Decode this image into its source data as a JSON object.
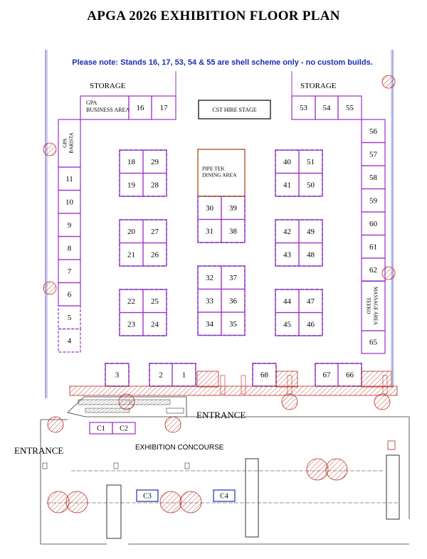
{
  "title": "APGA 2026 EXHIBITION FLOOR PLAN",
  "note": "Please note: Stands 16, 17, 53, 54 & 55 are shell scheme only - no custom builds.",
  "labels": {
    "storage_left": "STORAGE",
    "storage_right": "STORAGE",
    "entrance_main": "ENTRANCE",
    "entrance_side": "ENTRANCE",
    "concourse": "EXHIBITION CONCOURSE"
  },
  "areas": {
    "gpa_business": [
      "GPA",
      "BUSINESS AREA"
    ],
    "cst_stage": "CST HIRE STAGE",
    "pipe_tek": [
      "PIPE TEK",
      "DINING AREA"
    ],
    "gpa_barista": [
      "GPA",
      "BARISTA"
    ],
    "teeko_massage": [
      "TEEKO",
      "MASSAGE AREA"
    ]
  },
  "stands": {
    "top_left": [
      "16",
      "17"
    ],
    "top_right": [
      "53",
      "54",
      "55"
    ],
    "left_column": [
      "11",
      "10",
      "9",
      "8",
      "7",
      "6",
      "5",
      "4"
    ],
    "right_column": [
      "56",
      "57",
      "58",
      "59",
      "60",
      "61",
      "62",
      "65"
    ],
    "islands": [
      [
        "18",
        "29",
        "19",
        "28"
      ],
      [
        "20",
        "27",
        "21",
        "26"
      ],
      [
        "22",
        "25",
        "23",
        "24"
      ],
      [
        "30",
        "39",
        "31",
        "38"
      ],
      [
        "32",
        "37",
        "33",
        "36",
        "34",
        "35"
      ],
      [
        "40",
        "51",
        "41",
        "50"
      ],
      [
        "42",
        "49",
        "43",
        "48"
      ],
      [
        "44",
        "47",
        "45",
        "46"
      ]
    ],
    "bottom": [
      "3",
      "2",
      "1",
      "68",
      "67",
      "66"
    ],
    "concourse": [
      "C1",
      "C2",
      "C3",
      "C4"
    ]
  },
  "colors": {
    "booth": "#9b30c9",
    "shell": "#1f2fa8",
    "pipetek": "#b05a2a",
    "hatch": "#b5281e",
    "note": "#1a2fb0"
  }
}
